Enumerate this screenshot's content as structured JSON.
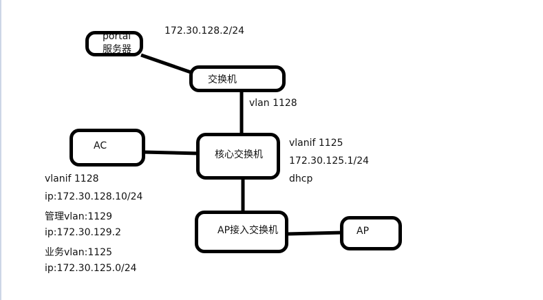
{
  "nodes": {
    "portal": "portal服务器",
    "switch": "交换机",
    "ac": "AC",
    "core": "核心交换机",
    "ap_switch": "AP接入交换机",
    "ap": "AP"
  },
  "labels": {
    "portal_ip": "172.30.128.2/24",
    "uplink_vlan": "vlan 1128",
    "core_vlanif": "vlanif 1125",
    "core_ip": "172.30.125.1/24",
    "core_dhcp": "dhcp",
    "ac_info": [
      "vlanif 1128",
      "ip:172.30.128.10/24",
      "管理vlan:1129",
      "ip:172.30.129.2",
      "业务vlan:1125",
      "ip:172.30.125.0/24"
    ]
  }
}
